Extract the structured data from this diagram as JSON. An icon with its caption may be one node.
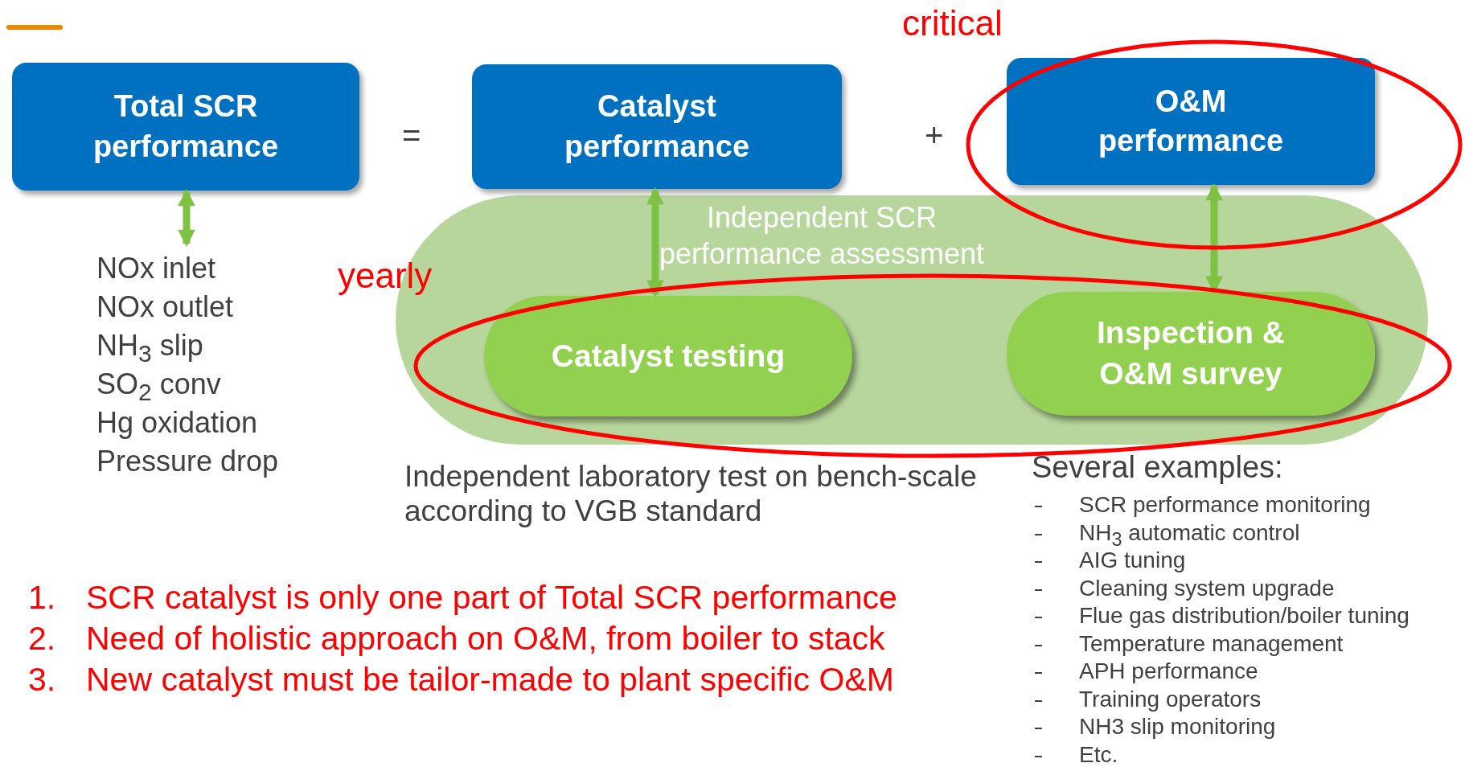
{
  "diagram": {
    "nodes": [
      {
        "text": [
          "Total SCR performance"
        ]
      },
      {
        "text": [
          "Catalyst performance"
        ]
      },
      {
        "text": [
          "O&M performance"
        ]
      },
      {
        "text": [
          "Independent SCR performance assessment"
        ]
      },
      {
        "text": [
          "Catalyst testing"
        ],
        "in": 3
      },
      {
        "text": [
          "Inspection & O&M survey"
        ],
        "in": 3
      },
      {
        "text": [
          "NOx inlet",
          "NOx outlet",
          "NH$_{3}$ slip",
          "SO$_{2}$ conv",
          "Hg oxidation",
          "Pressure drop"
        ]
      }
    ],
    "edges": [
      {
        "from": 0,
        "to": 6,
        "arrow": "both"
      },
      {
        "from": 1,
        "to": 4,
        "arrow": "both"
      },
      {
        "from": 2,
        "to": 5,
        "arrow": "both"
      }
    ],
    "labels": [
      "critical",
      "=",
      "+",
      "yearly",
      "Independent laboratory test on bench-scale according to VGB standard",
      "Several examples:",
      "SCR performance monitoring",
      "NH$_{3}$ automatic control",
      "AIG tuning",
      "Cleaning system upgrade",
      "Flue gas distribution/boiler tuning",
      "Temperature management",
      "APH performance",
      "Training operators",
      "NH3 slip monitoring",
      "Etc.",
      "1.",
      "SCR catalyst is only one part of Total SCR performance",
      "2.",
      "Need of holistic approach on O&M, from boiler to stack",
      "3.",
      "New catalyst must be tailor-made to plant specific O&M"
    ]
  }
}
